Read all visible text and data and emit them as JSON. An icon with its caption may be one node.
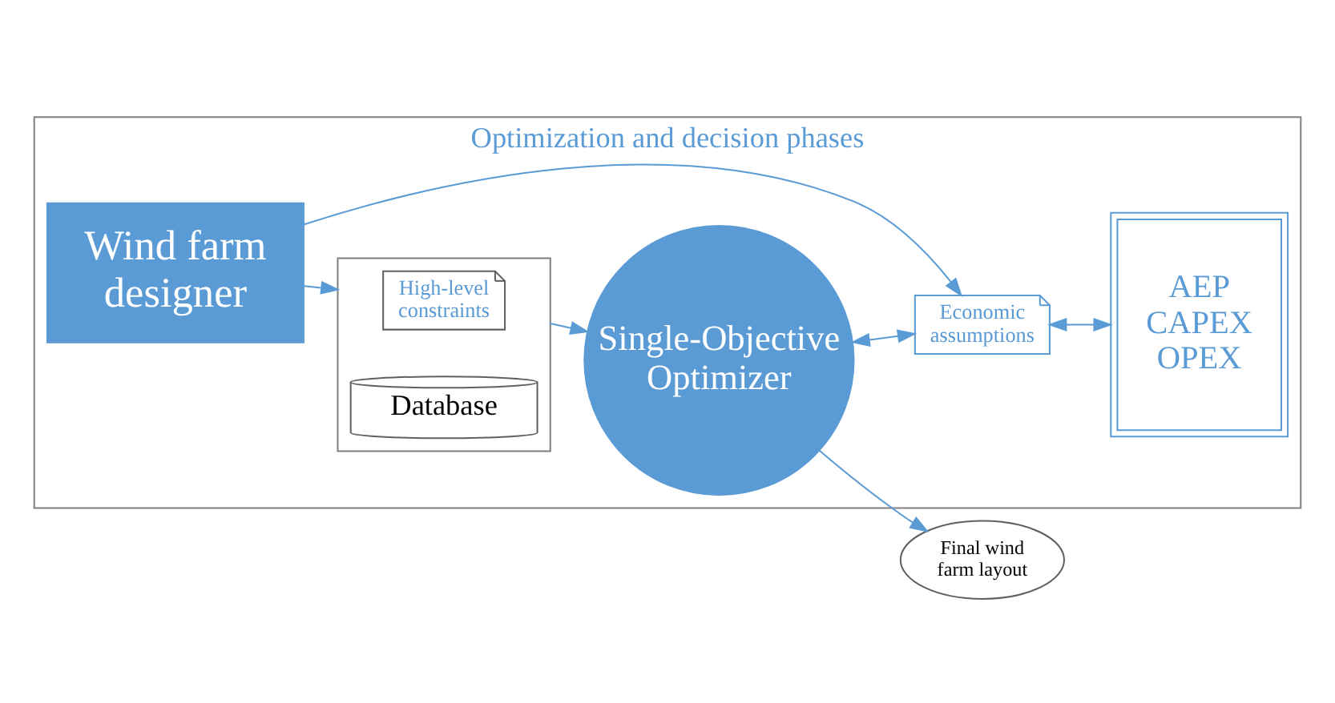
{
  "diagram": {
    "nodes": [
      {
        "text": [
          "Optimization and decision phases"
        ]
      },
      {
        "text": [
          "Wind farm designer"
        ],
        "in": 0
      },
      {
        "text": [],
        "shape": "box",
        "in": 0
      },
      {
        "text": [
          "High-level constraints"
        ],
        "in": 2
      },
      {
        "text": [
          "Database"
        ],
        "in": 2
      },
      {
        "text": [
          "Single-Objective Optimizer"
        ],
        "in": 0
      },
      {
        "text": [
          "Economic assumptions"
        ],
        "in": 0
      },
      {
        "text": [
          "AEP CAPEX OPEX"
        ],
        "in": 0
      },
      {
        "text": [
          "Final wind farm layout"
        ]
      }
    ],
    "edges": [
      {
        "from": 1,
        "to": 2,
        "arrow": "to"
      },
      {
        "from": 1,
        "to": 6,
        "arrow": "to"
      },
      {
        "from": 2,
        "to": 5,
        "arrow": "to"
      },
      {
        "from": 5,
        "to": 6,
        "arrow": "both"
      },
      {
        "from": 6,
        "to": 7,
        "arrow": "both"
      },
      {
        "from": 5,
        "to": 8,
        "arrow": "to"
      }
    ]
  }
}
